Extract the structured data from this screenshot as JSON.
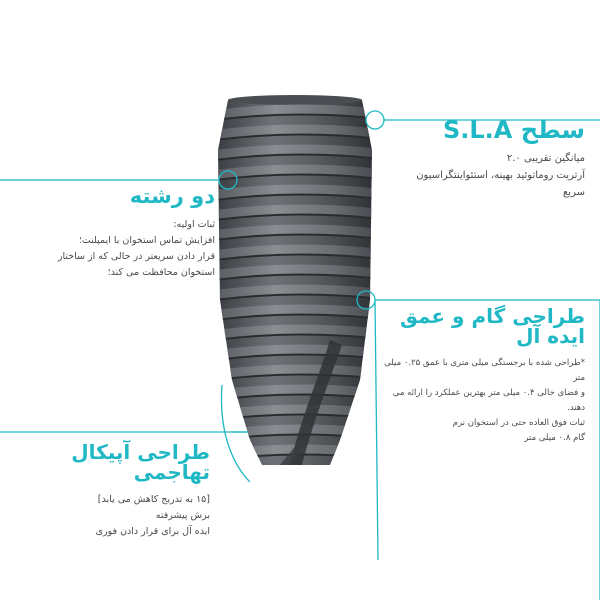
{
  "accent_color": "#1fb8c4",
  "text_color": "#4a4a4a",
  "implant_color": "#5a5d61",
  "callouts": {
    "sla": {
      "title": "سطح S.L.A",
      "text": "میانگین تقریبی ۲.۰\nآرتریت روماتوئید بهینه، استئواینتگراسیون سریع"
    },
    "double_thread": {
      "title": "دو رشته",
      "text": "ثبات اولیه:\nافزایش تماس استخوان با ایمپلنت؛\nقرار دادن سریعتر در حالی که از ساختار\nاستخوان محافظت می کند؛"
    },
    "pitch_depth": {
      "title": "طراحی گام و عمق ایده آل",
      "text": "*طراحی شده با برجستگی میلی متری با عمق ۰.۲۵ میلی متر\nو فضای خالی ۰.۴ میلی متر بهترین عملکرد را ارائه می دهند.\nثبات فوق العاده حتی در استخوان نرم\nگام ۰.۸ میلی متر"
    },
    "apical": {
      "title": "طراحی آپیکال تهاجمی",
      "text": "[۱۵ به تدریج کاهش می یابد]\nبرش پیشرفته\nایده آل برای قرار دادن فوری"
    }
  }
}
